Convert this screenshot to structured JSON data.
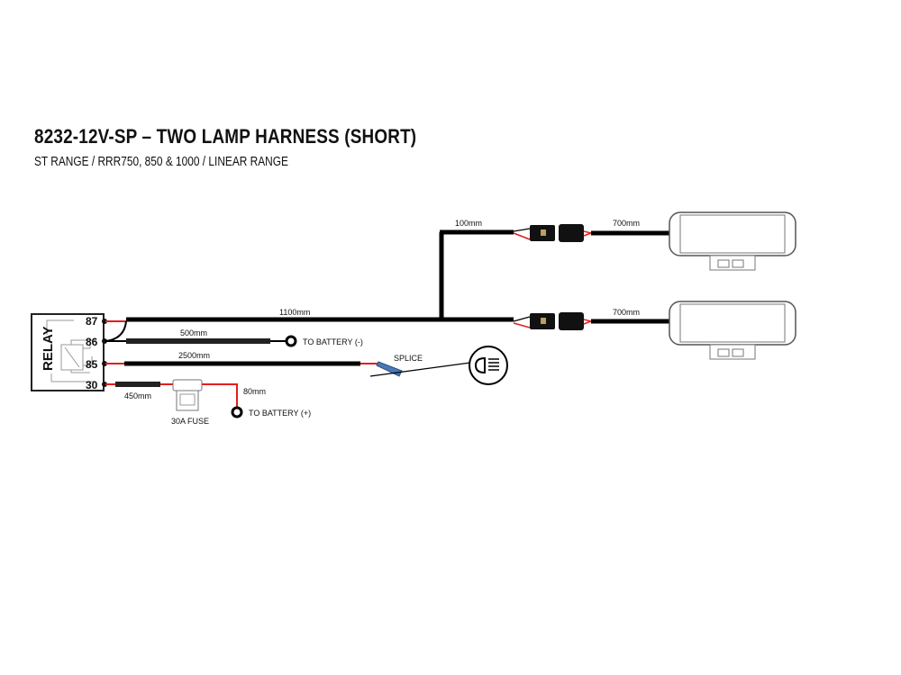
{
  "header": {
    "title": "8232-12V-SP – TWO LAMP HARNESS (SHORT)",
    "subtitle": "ST RANGE / RRR750, 850 & 1000 / LINEAR RANGE"
  },
  "relay": {
    "label": "RELAY",
    "pins": [
      "87",
      "86",
      "85",
      "30"
    ]
  },
  "wires": {
    "main_length": "1100mm",
    "branch_length": "100mm",
    "lamp1_length": "700mm",
    "lamp2_length": "700mm",
    "ground_length": "500mm",
    "switch_length": "2500mm",
    "power_length": "450mm",
    "fuse_lead_length": "80mm"
  },
  "labels": {
    "to_battery_neg": "TO BATTERY (-)",
    "to_battery_pos": "TO BATTERY (+)",
    "splice": "SPLICE",
    "fuse": "30A FUSE"
  },
  "colors": {
    "wire": "#000000",
    "positive": "#e0201e",
    "splice": "#4a78b8",
    "outline": "#555555"
  },
  "icons": [
    "headlight-icon",
    "ring-terminal-icon",
    "fuse-icon",
    "connector-icon",
    "lamp-icon"
  ]
}
